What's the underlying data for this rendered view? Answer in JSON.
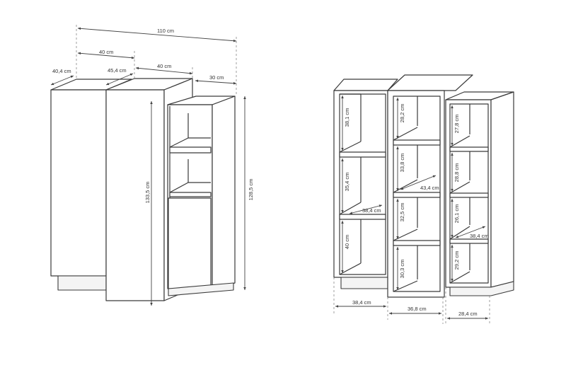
{
  "left_view": {
    "total_width": "110 cm",
    "width_a": "40 cm",
    "width_b": "40 cm",
    "width_c": "30 cm",
    "depth_a": "40,4 cm",
    "depth_b": "45,4 cm",
    "height_tall": "133,5 cm",
    "height_right": "128,5 cm"
  },
  "right_view": {
    "left_col": [
      "38,1 cm",
      "35,4 cm",
      "40 cm"
    ],
    "left_shelf_depth": "38,4 cm",
    "mid_col": [
      "28,2 cm",
      "33,8 cm",
      "32,5 cm",
      "30,3 cm"
    ],
    "mid_shelf_depth": "43,4 cm",
    "right_col": [
      "27,8 cm",
      "28,8 cm",
      "26,1 cm",
      "29,2 cm"
    ],
    "right_shelf_depth": "38,4 cm",
    "bottom_left": "38,4 cm",
    "bottom_mid": "36,8 cm",
    "bottom_right": "28,4 cm"
  }
}
